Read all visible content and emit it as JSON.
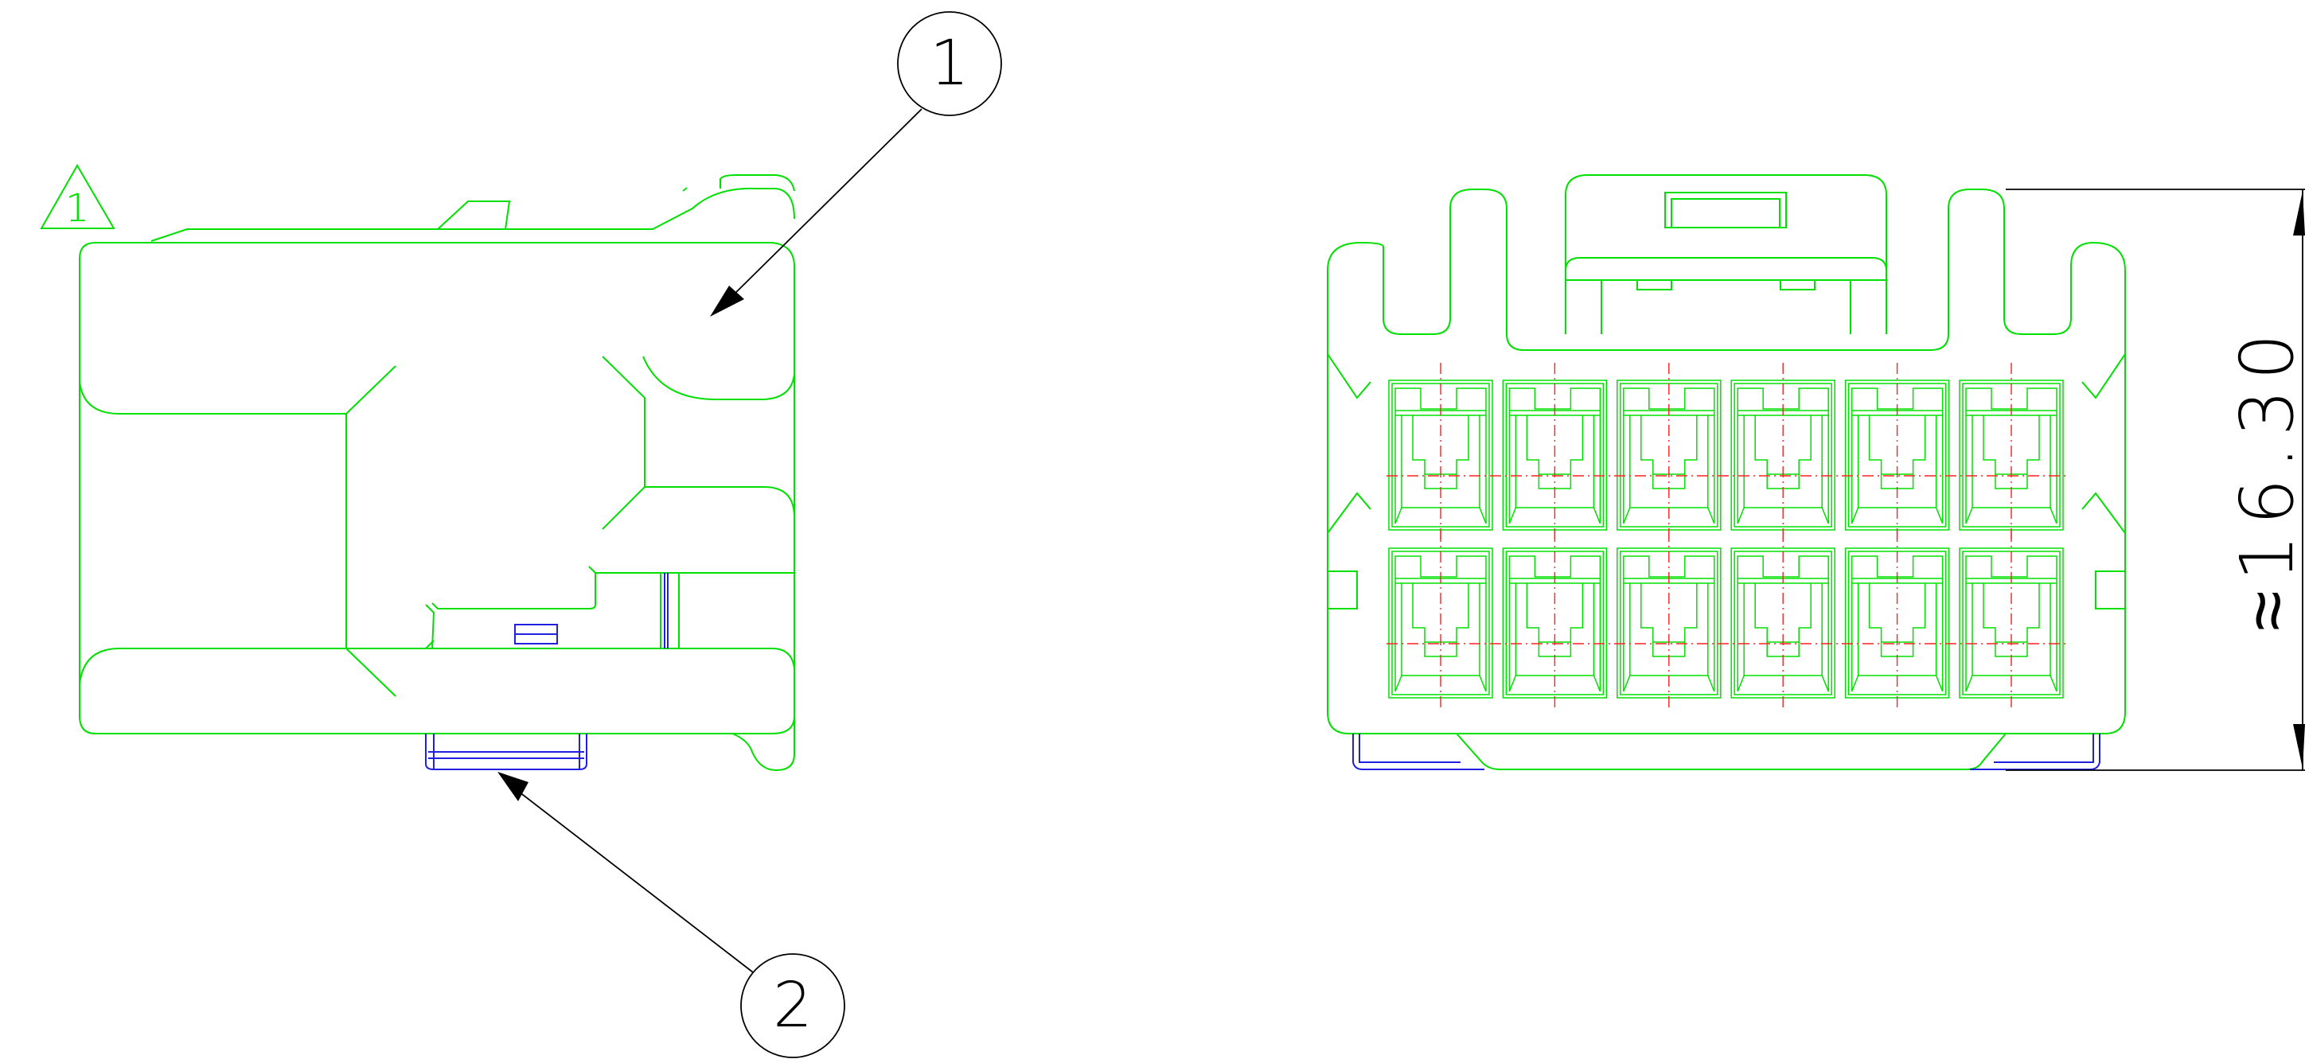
{
  "drawing": {
    "revision_marker": "1",
    "balloons": [
      {
        "id": "balloon-1",
        "label": "1"
      },
      {
        "id": "balloon-2",
        "label": "2"
      }
    ],
    "dimension": {
      "label": "16.30",
      "prefix": "≈"
    },
    "colors": {
      "outline": "#00e000",
      "hidden_part": "#2020e0",
      "centerline": "#ff2020",
      "dimension": "#000000"
    },
    "front_view": {
      "cavity_rows": 2,
      "cavity_cols": 6
    }
  }
}
